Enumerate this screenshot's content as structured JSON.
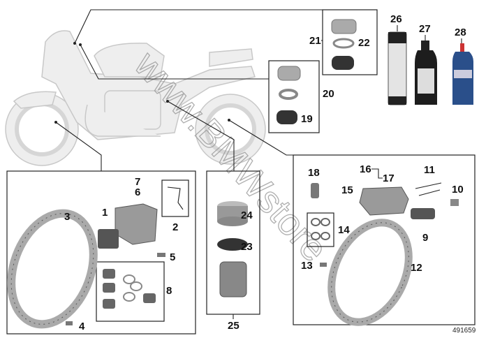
{
  "diagram": {
    "labels": {
      "l1": "1",
      "l2": "2",
      "l3": "3",
      "l4": "4",
      "l5": "5",
      "l6": "6",
      "l7": "7",
      "l8": "8",
      "l9": "9",
      "l10": "10",
      "l11": "11",
      "l12": "12",
      "l13": "13",
      "l14": "14",
      "l15": "15",
      "l16": "16",
      "l17": "17",
      "l18": "18",
      "l19": "19",
      "l20": "20",
      "l21": "21",
      "l22": "22",
      "l23": "23",
      "l24": "24",
      "l25": "25",
      "l26": "26",
      "l27": "27",
      "l28": "28"
    },
    "reference_number": "491659",
    "watermark": "www.BMWstore",
    "colors": {
      "line": "#222222",
      "bike": "#eeeeee",
      "part_dark": "#333333",
      "part_grey": "#9a9a9a",
      "fluid_blue": "#2a4f8a"
    }
  }
}
